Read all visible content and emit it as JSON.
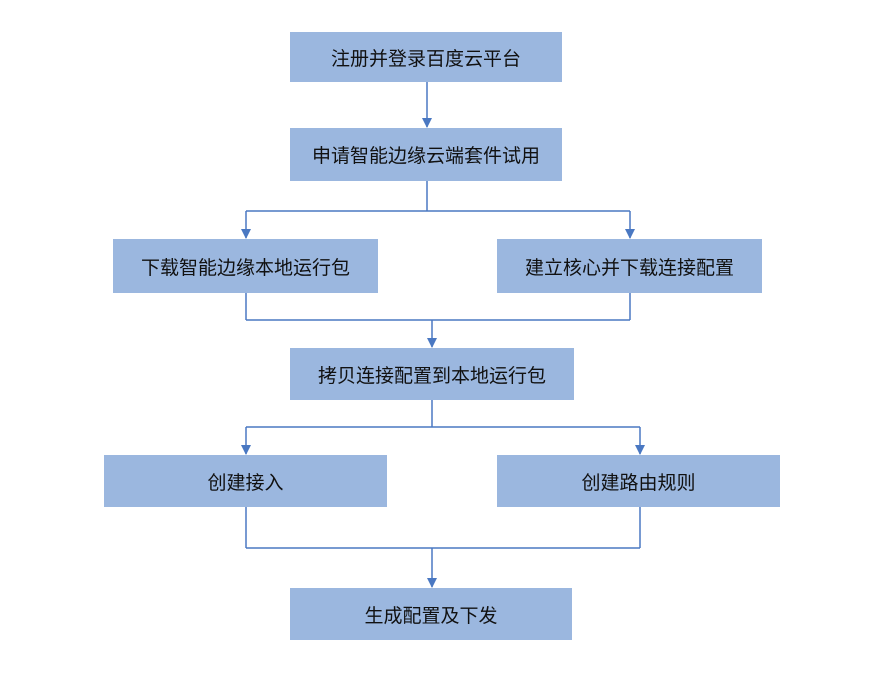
{
  "colors": {
    "box_fill": "#9bb7df",
    "connector": "#4a78c2",
    "text": "#111111"
  },
  "steps": [
    "注册并登录百度云平台",
    "申请智能边缘云端套件试用",
    "下载智能边缘本地运行包",
    "建立核心并下载连接配置",
    "拷贝连接配置到本地运行包",
    "创建接入",
    "创建路由规则",
    "生成配置及下发"
  ]
}
